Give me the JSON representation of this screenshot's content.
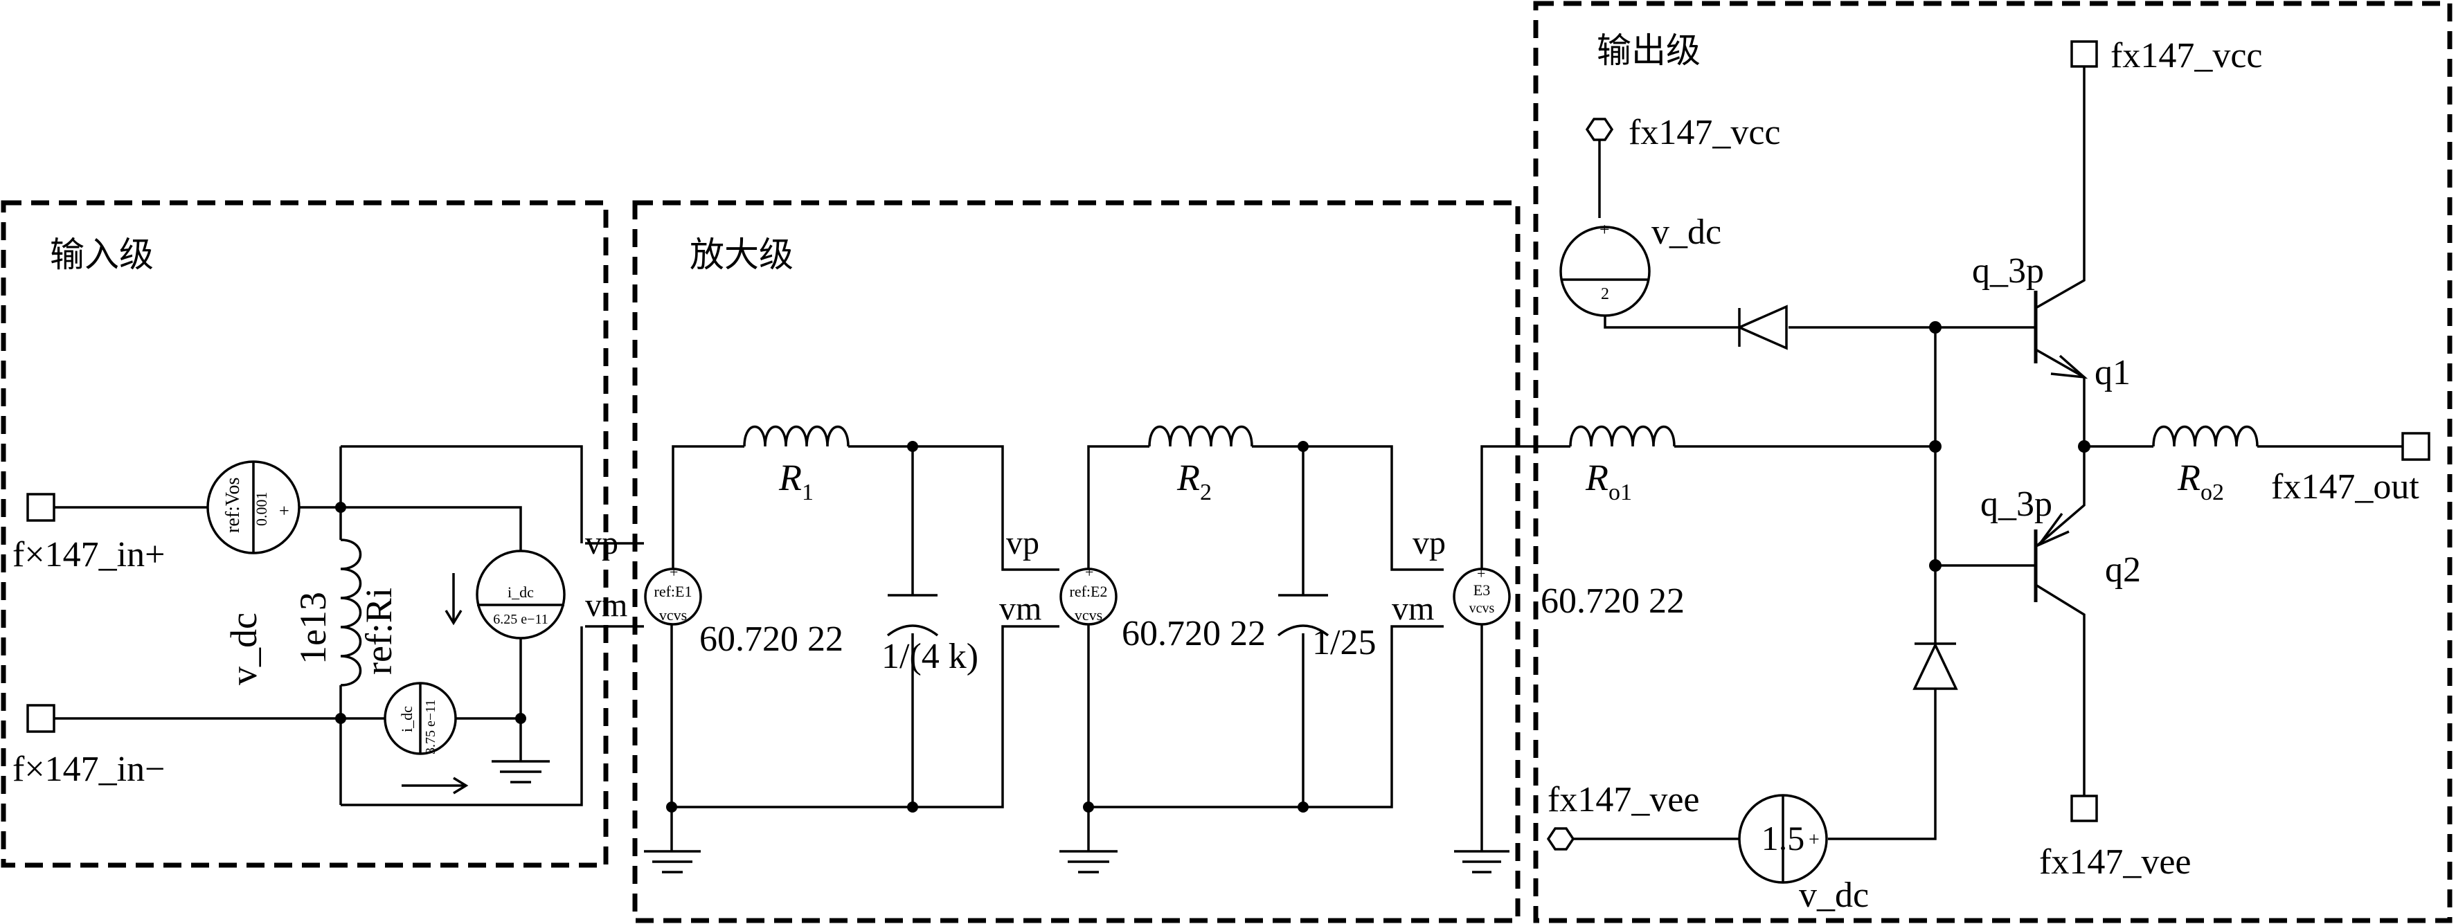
{
  "stages": {
    "input": "输入级",
    "amp": "放大级",
    "output": "输出级"
  },
  "ports": {
    "in_plus": "f×147_in+",
    "in_minus": "f×147_in−",
    "vcc_top": "fx147_vcc",
    "vcc_src": "fx147_vcc",
    "vee_src": "fx147_vee",
    "vee_bot": "fx147_vee",
    "out": "fx147_out"
  },
  "input_stage": {
    "vos_ref": "ref:Vos",
    "vos_value": "0.001",
    "vos_plus": "+",
    "vos_type": "v_dc",
    "ri_value": "1e13",
    "ri_ref": "ref:Ri",
    "idc1_name": "i_dc",
    "idc1_value": "6.25 e−11",
    "idc2_name": "i_dc",
    "idc2_value": "3.75 e−11",
    "vp": "vp",
    "vm": "vm"
  },
  "amp_stage": {
    "r1": "R",
    "r1_sub": "1",
    "r2": "R",
    "r2_sub": "2",
    "e1_ref": "ref:E1",
    "e1_type": "vcvs",
    "e1_plus": "+",
    "e1_gain": "60.720 22",
    "c1": "1/(4 k)",
    "e2_ref": "ref:E2",
    "e2_type": "vcvs",
    "e2_plus": "+",
    "e2_gain": "60.720 22",
    "c2": "1/25",
    "e3_ref": "E3",
    "e3_type": "vcvs",
    "e3_plus": "+",
    "e3_minus": "-",
    "e3_gain": "60.720 22",
    "vp1": "vp",
    "vm1": "vm",
    "vp2": "vp",
    "vm2": "vm"
  },
  "output_stage": {
    "vdc1_name": "v_dc",
    "vdc1_value": "2",
    "vdc1_plus": "+",
    "vdc2_name": "v_dc",
    "vdc2_value": "1.5",
    "vdc2_plus": "+",
    "q1_model": "q_3p",
    "q1_name": "q1",
    "q2_model": "q_3p",
    "q2_name": "q2",
    "ro1": "R",
    "ro1_sub": "o1",
    "ro2": "R",
    "ro2_sub": "o2"
  }
}
